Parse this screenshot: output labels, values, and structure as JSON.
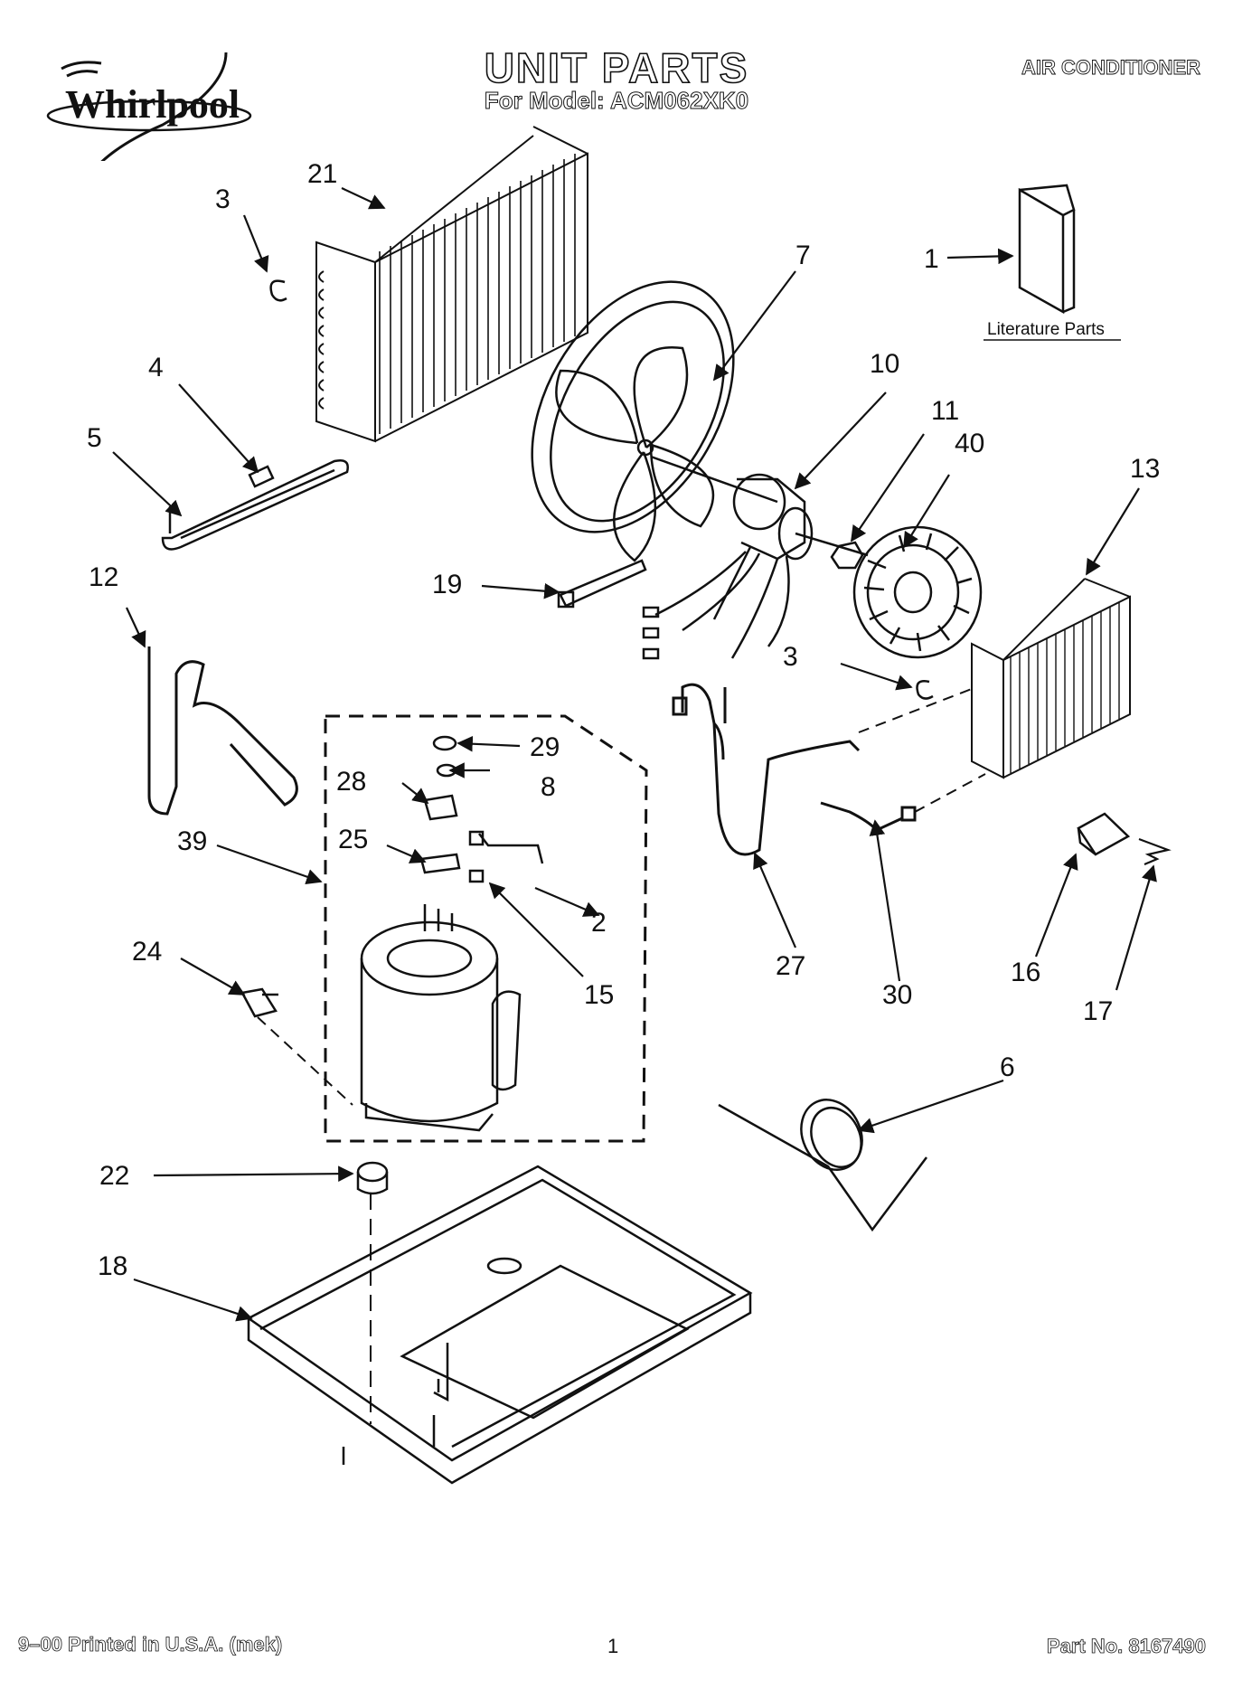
{
  "header": {
    "brand": "Whirlpool",
    "title": "UNIT PARTS",
    "model_line": "For Model: ACM062XK0",
    "product": "AIR CONDITIONER"
  },
  "labels": {
    "literature": "Literature Parts"
  },
  "callouts": [
    "1",
    "2",
    "3",
    "3",
    "4",
    "5",
    "6",
    "7",
    "8",
    "10",
    "11",
    "12",
    "13",
    "15",
    "16",
    "17",
    "18",
    "19",
    "21",
    "22",
    "24",
    "25",
    "27",
    "28",
    "29",
    "30",
    "39",
    "40"
  ],
  "footer": {
    "print_info": "9–00 Printed in U.S.A. (mek)",
    "page_number": "1",
    "part_number": "Part No. 8167490"
  }
}
